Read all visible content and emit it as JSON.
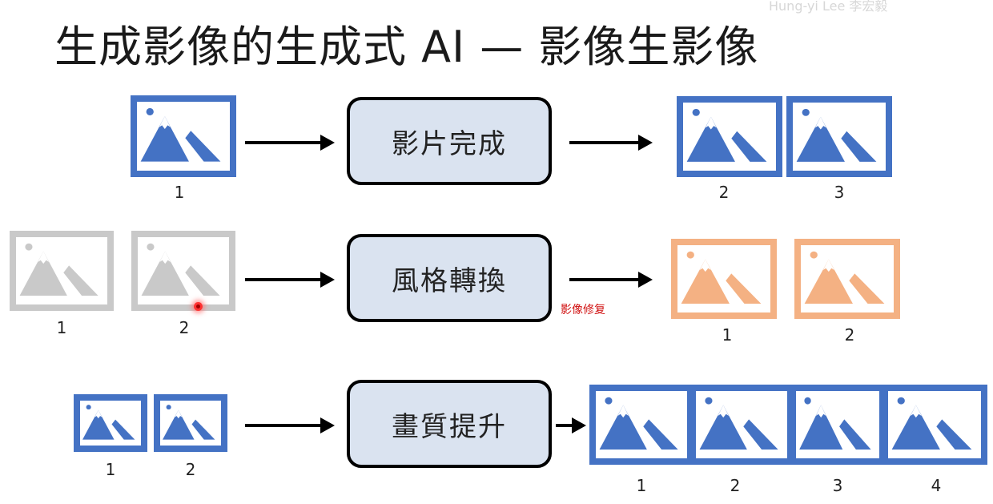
{
  "title": "生成影像的生成式 AI — 影像生影像",
  "watermark_text": "Hung-yi Lee 李宏毅",
  "colors": {
    "blue": "#4472c4",
    "gray": "#c9c9c9",
    "orange": "#f4b183",
    "box_fill": "#dae3f0",
    "note_red": "#d01010"
  },
  "icon_name": "image-icon",
  "rows": [
    {
      "task": "影片完成",
      "inputs": [
        "1"
      ],
      "outputs": [
        "2",
        "3"
      ]
    },
    {
      "task": "風格轉換",
      "inputs": [
        "1",
        "2"
      ],
      "outputs": [
        "1",
        "2"
      ]
    },
    {
      "task": "畫質提升",
      "inputs": [
        "1",
        "2"
      ],
      "outputs": [
        "1",
        "2",
        "3",
        "4"
      ]
    }
  ],
  "annotation": "影像修复"
}
